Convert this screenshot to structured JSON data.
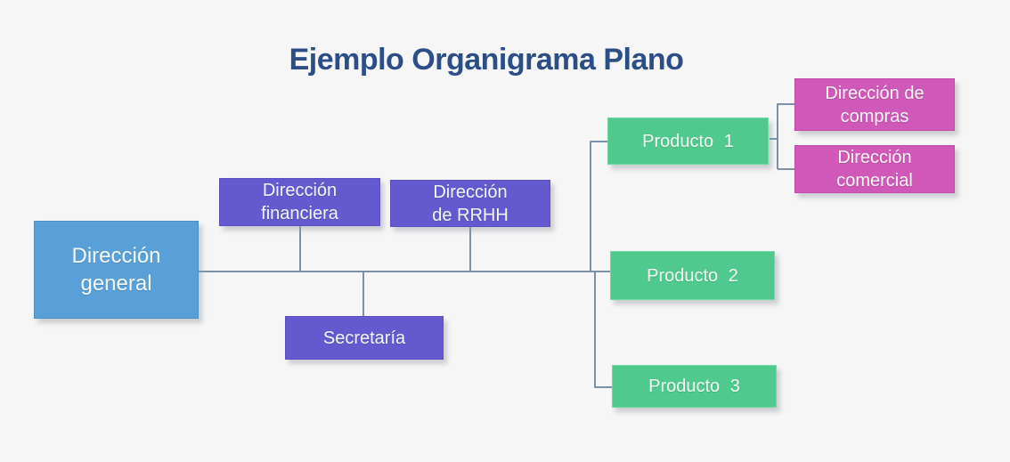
{
  "title": "Ejemplo Organigrama Plano",
  "colors": {
    "background": "#F6F6F6",
    "title_text": "#2C4E86",
    "connector_line": "#7B91A8",
    "node_blue": "#58A0D7",
    "node_purple": "#6559D0",
    "node_green": "#4FC98E",
    "node_pink": "#CF58B8",
    "node_text": "#F4F7F4"
  },
  "nodes": [
    {
      "id": "direccion-general",
      "label": "Dirección\ngeneral",
      "color": "#58A0D7"
    },
    {
      "id": "direccion-financiera",
      "label": "Dirección\nfinanciera",
      "color": "#6559D0"
    },
    {
      "id": "direccion-rrhh",
      "label": "Dirección\nde RRHH",
      "color": "#6559D0"
    },
    {
      "id": "secretaria",
      "label": "Secretaría",
      "color": "#6559D0"
    },
    {
      "id": "producto-1",
      "label": "Producto 1",
      "color": "#4FC98E"
    },
    {
      "id": "producto-2",
      "label": "Producto 2",
      "color": "#4FC98E"
    },
    {
      "id": "producto-3",
      "label": "Producto 3",
      "color": "#4FC98E"
    },
    {
      "id": "direccion-compras",
      "label": "Dirección de\ncompras",
      "color": "#CF58B8"
    },
    {
      "id": "direccion-comercial",
      "label": "Dirección\ncomercial",
      "color": "#CF58B8"
    }
  ],
  "edges": [
    {
      "from": "Dirección general",
      "to": "Dirección financiera"
    },
    {
      "from": "Dirección general",
      "to": "Dirección de RRHH"
    },
    {
      "from": "Dirección general",
      "to": "Secretaría"
    },
    {
      "from": "Dirección general",
      "to": "Producto 1"
    },
    {
      "from": "Dirección general",
      "to": "Producto 2"
    },
    {
      "from": "Dirección general",
      "to": "Producto 3"
    },
    {
      "from": "Producto 1",
      "to": "Dirección de compras"
    },
    {
      "from": "Producto 1",
      "to": "Dirección comercial"
    }
  ]
}
